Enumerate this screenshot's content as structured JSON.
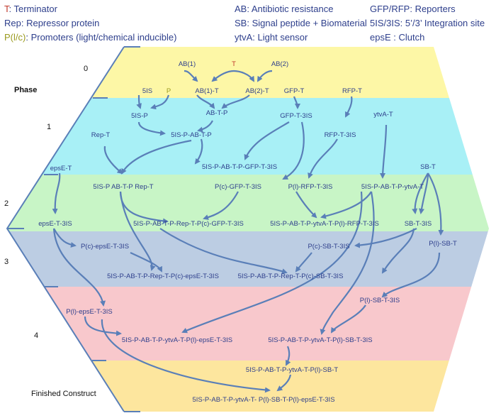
{
  "legend": [
    {
      "key": "T",
      "key_color": "#c0392b",
      "text": ": Terminator"
    },
    {
      "key": "Rep",
      "key_color": "#2e3f8c",
      "text": ": Repressor protein"
    },
    {
      "key": "P(l/c)",
      "key_color": "#9a9a1e",
      "text": ": Promoters (light/chemical inducible)"
    },
    {
      "key": "AB",
      "key_color": "#2e3f8c",
      "text": ": Antibiotic resistance"
    },
    {
      "key": "SB",
      "key_color": "#2e3f8c",
      "text": ": Signal peptide + Biomaterial"
    },
    {
      "key": "ytvA",
      "key_color": "#2e3f8c",
      "text": ": Light sensor"
    },
    {
      "key": "GFP/RFP",
      "key_color": "#2e3f8c",
      "text": ": Reporters"
    },
    {
      "key": "5IS/3IS",
      "key_color": "#2e3f8c",
      "text": ": 5’/3’ Integration site"
    },
    {
      "key": "epsE",
      "key_color": "#2e3f8c",
      "text": " : Clutch"
    }
  ],
  "phases": {
    "title": "Phase",
    "labels": [
      "0",
      "1",
      "2",
      "3",
      "4"
    ],
    "finished": "Finished Construct"
  },
  "band_colors": [
    "#fdf7a6",
    "#a8f0f6",
    "#c8f5c6",
    "#bccde3",
    "#f8c8cc",
    "#fde69e"
  ],
  "nodes": {
    "ab1": "AB(1)",
    "t0": "T",
    "ab2": "AB(2)",
    "is5": "5IS",
    "p0": "P",
    "ab1t": "AB(1)-T",
    "ab2t": "AB(2)-T",
    "gfpt": "GFP-T",
    "rfpt": "RFP-T",
    "is5p": "5IS-P",
    "abtp": "AB-T-P",
    "gfpt3is": "GFP-T-3IS",
    "ytvat": "ytvA-T",
    "rept": "Rep-T",
    "is5pabtp": "5IS-P-AB-T-P",
    "rfpt3is": "RFP-T-3IS",
    "epset": "epsE-T",
    "is5pabtpgfp": "5IS-P-AB-T-P-GFP-T-3IS",
    "sbt": "SB-T",
    "row2a": "5IS-P  AB-T-P  Rep-T",
    "pcgfp": "P(c)-GFP-T-3IS",
    "plrfp": "P(l)-RFP-T-3IS",
    "ytvachain": "5IS-P-AB-T-P-ytvA-T",
    "rep_gfp": "5IS-P-AB-T-P-Rep-T-P(c)-GFP-T-3IS",
    "ytva_rfp": "5IS-P-AB-T-P-ytvA-T-P(l)-RFP-T-3IS",
    "epse3is": "epsE-T-3IS",
    "sbt3is": "SB-T-3IS",
    "pcepse": "P(c)-epsE-T-3IS",
    "pcsb": "P(c)-SB-T-3IS",
    "plsbt": "P(l)-SB-T",
    "rep_epse": "5IS-P-AB-T-P-Rep-T-P(c)-epsE-T-3IS",
    "rep_sb": "5IS-P-AB-T-P-Rep-T-P(c)-SB-T-3IS",
    "plsb3is": "P(l)-SB-T-3IS",
    "plepse": "P(l)-epsE-T-3IS",
    "ytva_epse": "5IS-P-AB-T-P-ytvA-T-P(l)-epsE-T-3IS",
    "ytva_sb": "5IS-P-AB-T-P-ytvA-T-P(l)-SB-T-3IS",
    "ytva_sbt": "5IS-P-AB-T-P-ytvA-T-P(l)-SB-T",
    "final": "5IS-P-AB-T-P-ytvA-T- P(l)-SB-T-P(l)-epsE-T-3IS"
  }
}
